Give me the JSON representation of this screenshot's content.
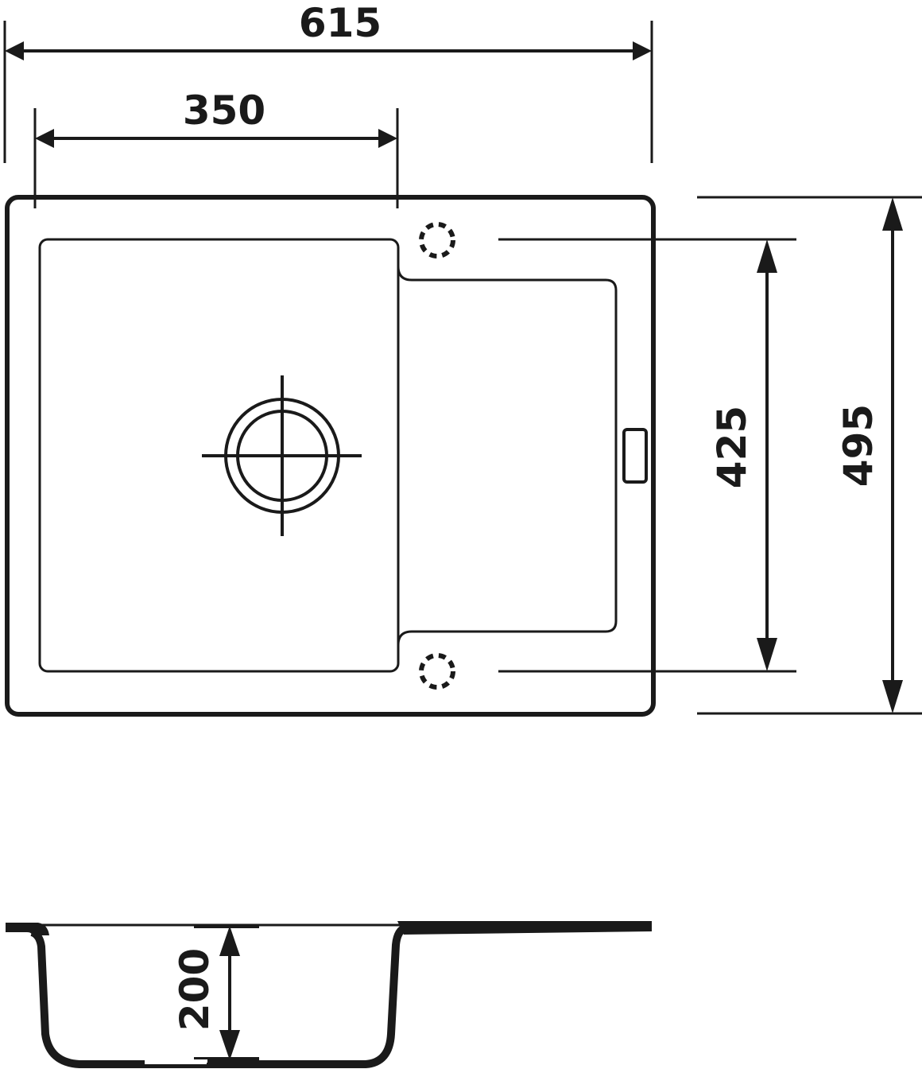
{
  "drawing": {
    "title": "Single-bowl sink with drainer - technical drawing",
    "units": "mm",
    "line_color": "#1a1a1a",
    "background": "#ffffff"
  },
  "dimensions": {
    "overall_width": "615",
    "bowl_width": "350",
    "overall_depth": "495",
    "mounting_span": "425",
    "bowl_depth": "200"
  },
  "views": {
    "top_view": {
      "components": [
        "outer-frame",
        "bowl",
        "drainer",
        "drain-outlet",
        "overflow-slot",
        "tap-hole-top",
        "tap-hole-bottom"
      ]
    },
    "side_view": {
      "components": [
        "side-profile",
        "drain-plate"
      ]
    }
  }
}
